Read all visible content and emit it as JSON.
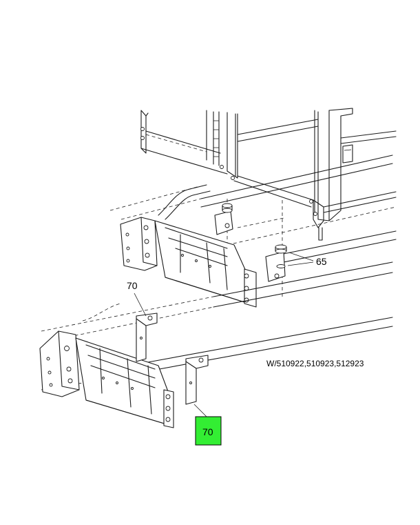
{
  "callouts": {
    "part_65": "65",
    "part_70_upper": "70",
    "part_70_highlighted": "70"
  },
  "reference": "W/510922,510923,512923",
  "colors": {
    "highlight": "#33ee33",
    "line": "#1a1a1a",
    "background": "#ffffff"
  }
}
